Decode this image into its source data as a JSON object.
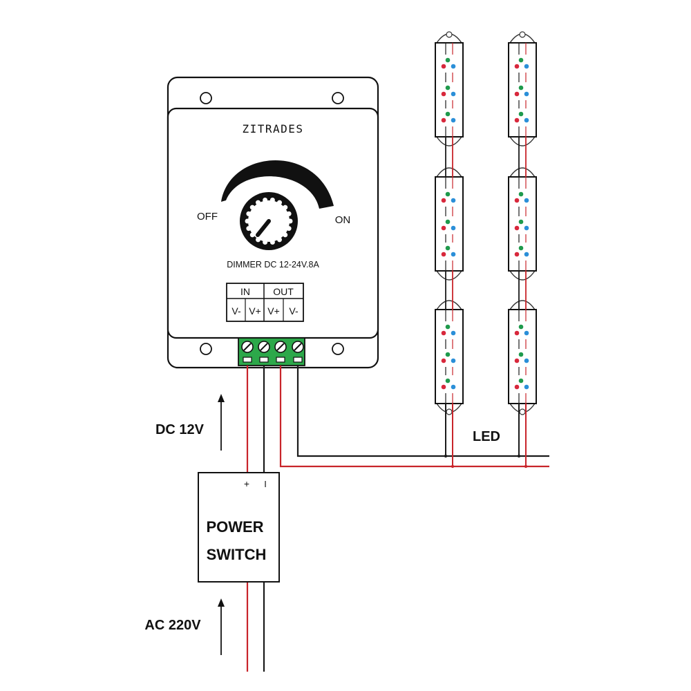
{
  "dimmer": {
    "brand": "ZITRADES",
    "off_label": "OFF",
    "on_label": "ON",
    "model_text": "DIMMER  DC 12-24V.8A",
    "terminal_groups": {
      "input": "IN",
      "output": "OUT"
    },
    "terminals": [
      "V-",
      "V+",
      "V+",
      "V-"
    ]
  },
  "power_supply": {
    "title_line1": "POWER",
    "title_line2": "SWITCH",
    "plus": "+",
    "minus": "I"
  },
  "labels": {
    "dc_voltage": "DC 12V",
    "ac_voltage": "AC 220V",
    "led": "LED"
  },
  "colors": {
    "wire_positive": "#c8242a",
    "wire_negative": "#1a1a1a",
    "terminal_block": "#2ca84a",
    "led_red": "#d8283c",
    "led_green": "#1f9a4c",
    "led_blue": "#2b8fd8"
  },
  "led_strings": {
    "columns": 2,
    "modules_per_column": 3
  }
}
